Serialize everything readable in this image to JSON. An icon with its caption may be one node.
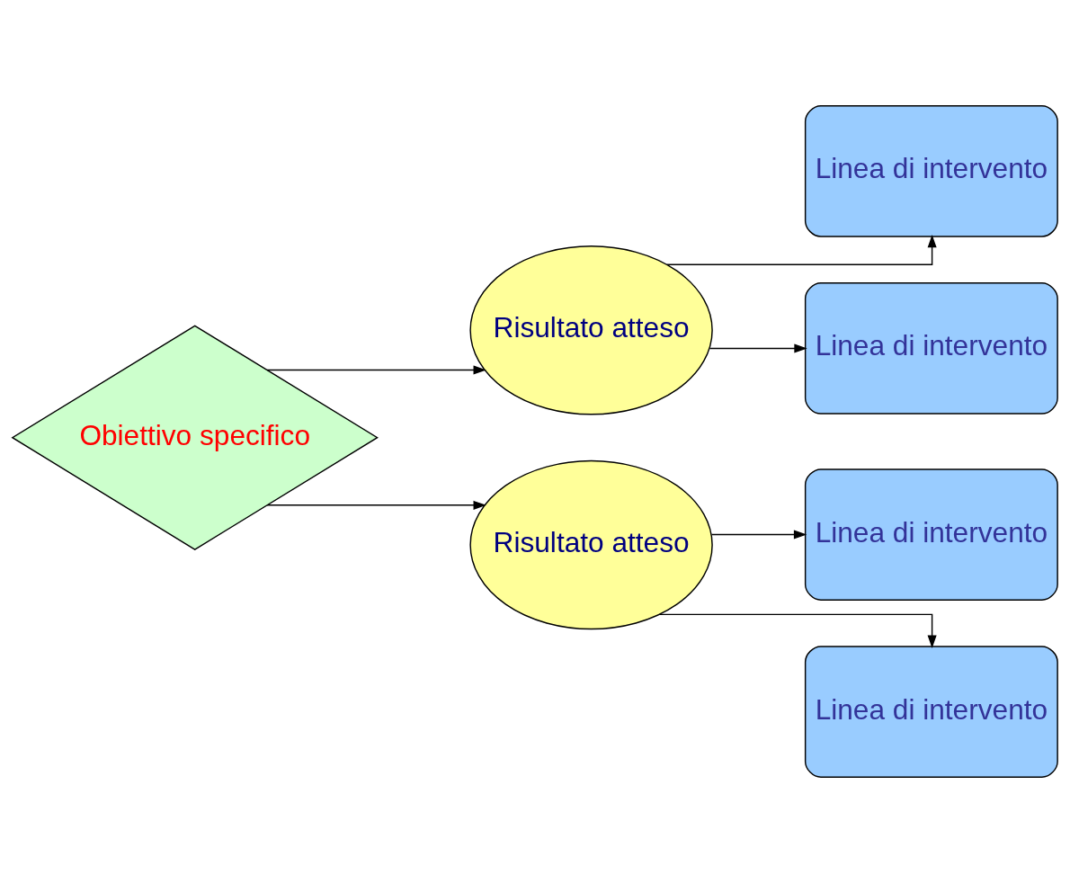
{
  "diagram": {
    "nodes": [
      {
        "text": [
          "Obiettivo specifico"
        ]
      },
      {
        "text": [
          "Risultato atteso"
        ]
      },
      {
        "text": [
          "Risultato atteso"
        ]
      },
      {
        "text": [
          "Linea di intervento"
        ]
      },
      {
        "text": [
          "Linea di intervento"
        ]
      },
      {
        "text": [
          "Linea di intervento"
        ]
      },
      {
        "text": [
          "Linea di intervento"
        ]
      }
    ],
    "edges": [
      {
        "from": 0,
        "to": 1,
        "arrow": "to"
      },
      {
        "from": 0,
        "to": 2,
        "arrow": "to"
      },
      {
        "from": 1,
        "to": 3,
        "arrow": "to"
      },
      {
        "from": 1,
        "to": 4,
        "arrow": "to"
      },
      {
        "from": 2,
        "to": 5,
        "arrow": "to"
      },
      {
        "from": 2,
        "to": 6,
        "arrow": "to"
      }
    ]
  }
}
